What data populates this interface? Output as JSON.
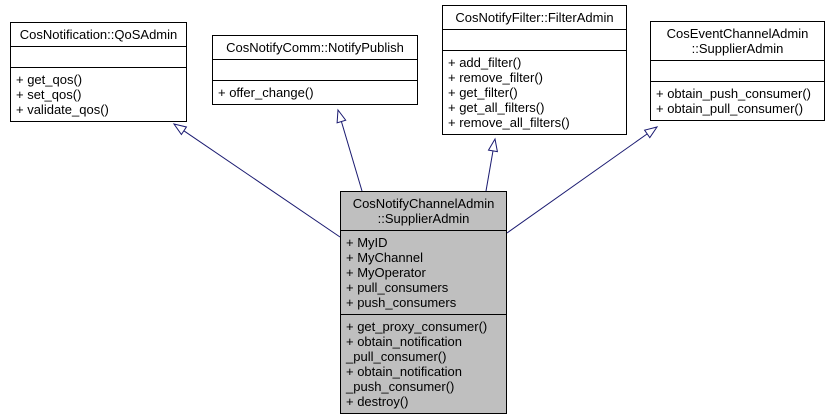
{
  "diagram": {
    "kind": "uml-class-inheritance-graph",
    "colors": {
      "edge": "#191970",
      "border": "#000000",
      "node_fill": "#ffffff",
      "highlight_fill": "#bfbfbf",
      "text": "#000000"
    },
    "classes": [
      {
        "id": "cos-notification-qos-admin",
        "title_lines": [
          "CosNotification::QoSAdmin"
        ],
        "attributes": [],
        "methods": [
          "+ get_qos()",
          "+ set_qos()",
          "+ validate_qos()"
        ],
        "highlighted": false
      },
      {
        "id": "cos-notify-comm-notify-publish",
        "title_lines": [
          "CosNotifyComm::NotifyPublish"
        ],
        "attributes": [],
        "methods": [
          "+ offer_change()"
        ],
        "highlighted": false
      },
      {
        "id": "cos-notify-filter-filter-admin",
        "title_lines": [
          "CosNotifyFilter::FilterAdmin"
        ],
        "attributes": [],
        "methods": [
          "+ add_filter()",
          "+ remove_filter()",
          "+ get_filter()",
          "+ get_all_filters()",
          "+ remove_all_filters()"
        ],
        "highlighted": false
      },
      {
        "id": "cos-event-channel-admin-supplier-admin",
        "title_lines": [
          "CosEventChannelAdmin",
          "::SupplierAdmin"
        ],
        "attributes": [],
        "methods": [
          "+ obtain_push_consumer()",
          "+ obtain_pull_consumer()"
        ],
        "highlighted": false
      },
      {
        "id": "cos-notify-channel-admin-supplier-admin",
        "title_lines": [
          "CosNotifyChannelAdmin",
          "::SupplierAdmin"
        ],
        "attributes": [
          "+ MyID",
          "+ MyChannel",
          "+ MyOperator",
          "+ pull_consumers",
          "+ push_consumers"
        ],
        "methods": [
          "+ get_proxy_consumer()",
          "+ obtain_notification",
          "_pull_consumer()",
          "+ obtain_notification",
          "_push_consumer()",
          "+ destroy()"
        ],
        "highlighted": true
      }
    ],
    "edges": [
      {
        "from": "cos-notify-channel-admin-supplier-admin",
        "to": "cos-notification-qos-admin",
        "type": "public-inheritance"
      },
      {
        "from": "cos-notify-channel-admin-supplier-admin",
        "to": "cos-notify-comm-notify-publish",
        "type": "public-inheritance"
      },
      {
        "from": "cos-notify-channel-admin-supplier-admin",
        "to": "cos-notify-filter-filter-admin",
        "type": "public-inheritance"
      },
      {
        "from": "cos-notify-channel-admin-supplier-admin",
        "to": "cos-event-channel-admin-supplier-admin",
        "type": "public-inheritance"
      }
    ]
  }
}
